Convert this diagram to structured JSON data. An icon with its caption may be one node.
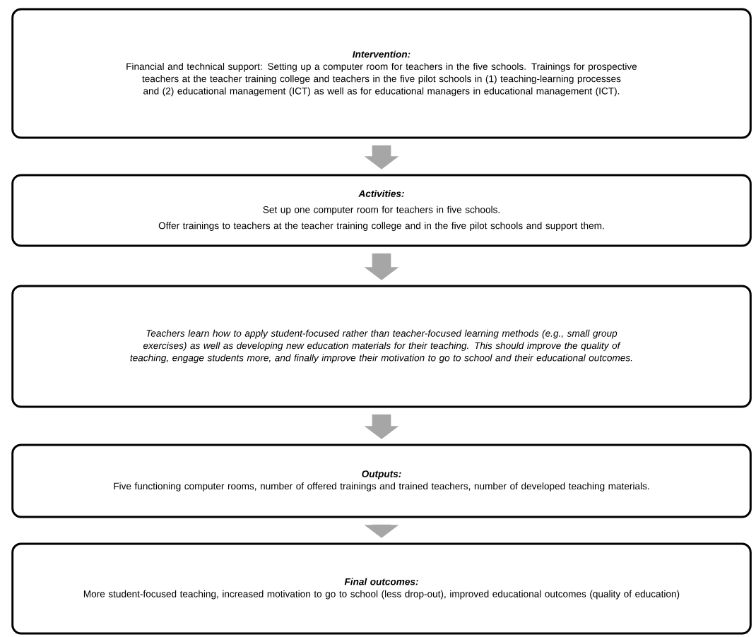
{
  "diagram": {
    "nodes": [
      {
        "text": [
          "Intervention:",
          "Financial and technical support:  Setting up a computer room for teachers in the five schools. Trainings for prospective teachers  at the teacher training college and teachers in the five pilot schools in (1) teaching-learning processes and (2) educational management (ICT) as well as for educational managers in educational management (ICT)."
        ]
      },
      {
        "text": [
          "Activities:",
          "Set up one computer room for teachers in five schools.",
          "Offer trainings to teachers at the teacher training college and in the five pilot schools and support them."
        ]
      },
      {
        "text": [
          "Teachers learn how to apply student-focused rather than teacher-focused learning methods (e.g., small group exercises) as well as developing new education materials for their teaching. This should improve the quality of teaching, engage students more, and finally improve their motivation to go to school and their educational outcomes."
        ]
      },
      {
        "text": [
          "Outputs:",
          "Five functioning computer rooms, number of offered trainings and trained teachers, number of developed teaching materials."
        ]
      },
      {
        "text": [
          "Final outcomes:",
          "More student-focused teaching, increased motivation to go to school (less drop-out), improved educational outcomes (quality of education)"
        ]
      }
    ],
    "edges": [
      {
        "from": 0,
        "to": 1,
        "arrow": "to"
      },
      {
        "from": 1,
        "to": 2,
        "arrow": "to"
      },
      {
        "from": 2,
        "to": 3,
        "arrow": "to"
      },
      {
        "from": 3,
        "to": 4,
        "arrow": "to"
      }
    ]
  }
}
